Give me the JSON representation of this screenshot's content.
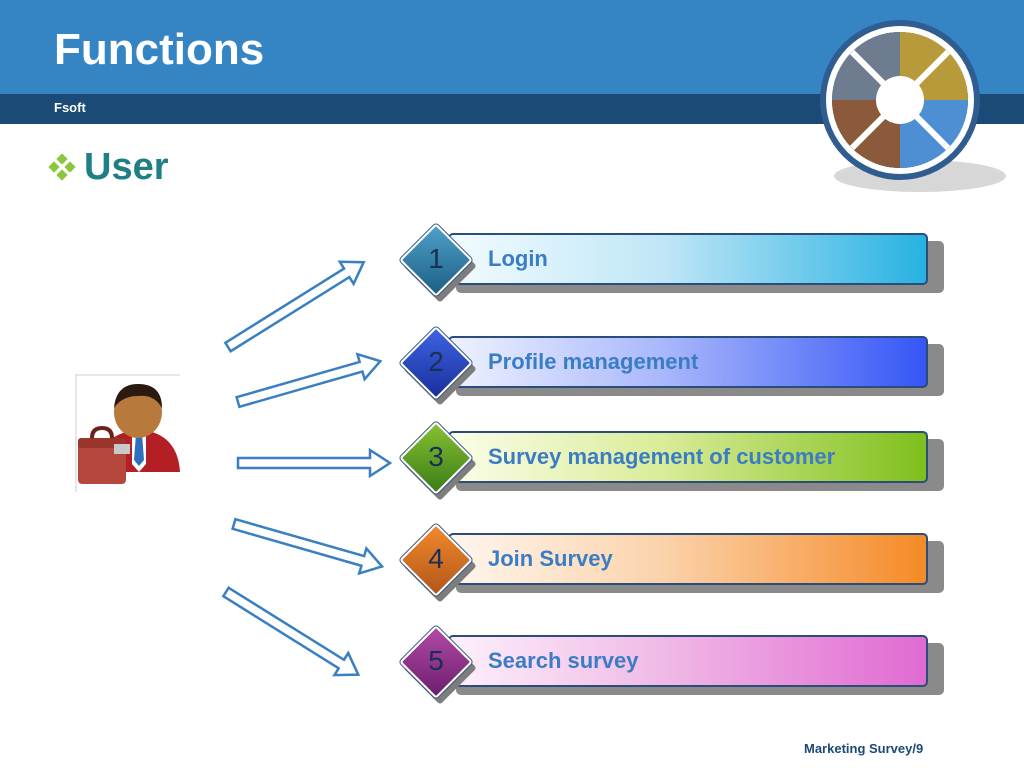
{
  "header": {
    "title": "Functions",
    "company": "Fsoft"
  },
  "section": {
    "heading": "User",
    "bullet_icon": "diamond-bullet-icon"
  },
  "functions": [
    {
      "number": "1",
      "label": "Login",
      "color": "#27b2e2"
    },
    {
      "number": "2",
      "label": "Profile management",
      "color": "#3556f6"
    },
    {
      "number": "3",
      "label": "Survey management of customer",
      "color": "#7fbf1c"
    },
    {
      "number": "4",
      "label": "Join Survey",
      "color": "#f58a27"
    },
    {
      "number": "5",
      "label": "Search survey",
      "color": "#e06ad2"
    }
  ],
  "footer": {
    "text": "Marketing Survey/9"
  },
  "colors": {
    "header_band": "#3585c5",
    "sub_band": "#1a4a75",
    "heading": "#1f7f86",
    "bar_text": "#3b7dc4",
    "bullet": "#8cc63e"
  }
}
